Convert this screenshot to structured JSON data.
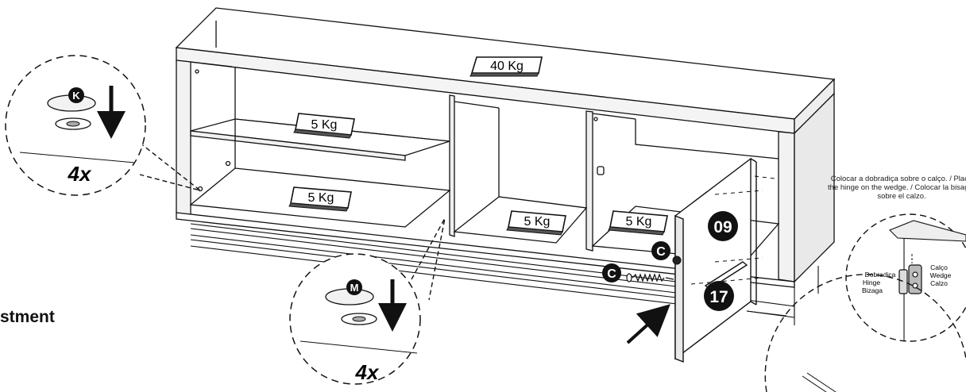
{
  "side_heading": "stment",
  "weights": {
    "top": "40 Kg",
    "shelf_left_upper": "5 Kg",
    "shelf_left_lower": "5 Kg",
    "shelf_center": "5 Kg",
    "shelf_right": "5 Kg"
  },
  "callouts": {
    "left": {
      "part": "K",
      "count": "4x"
    },
    "bottom": {
      "part": "M",
      "count": "4x"
    }
  },
  "parts": {
    "door_top_number": "09",
    "door_bottom_number": "17",
    "hardware_upper": "C",
    "hardware_lower": "C"
  },
  "hinge_detail": {
    "note": "Colocar a dobradiça sobre o calço. / Place the hinge on the wedge. / Colocar la bisagra sobre el calzo.",
    "hinge_label": [
      "Dobradiça",
      "Hinge",
      "Bizaga"
    ],
    "wedge_label": [
      "Calço",
      "Wedge",
      "Calzo"
    ]
  },
  "colors": {
    "line": "#111111",
    "fill": "#ffffff",
    "shade": "#e6e6e6"
  }
}
